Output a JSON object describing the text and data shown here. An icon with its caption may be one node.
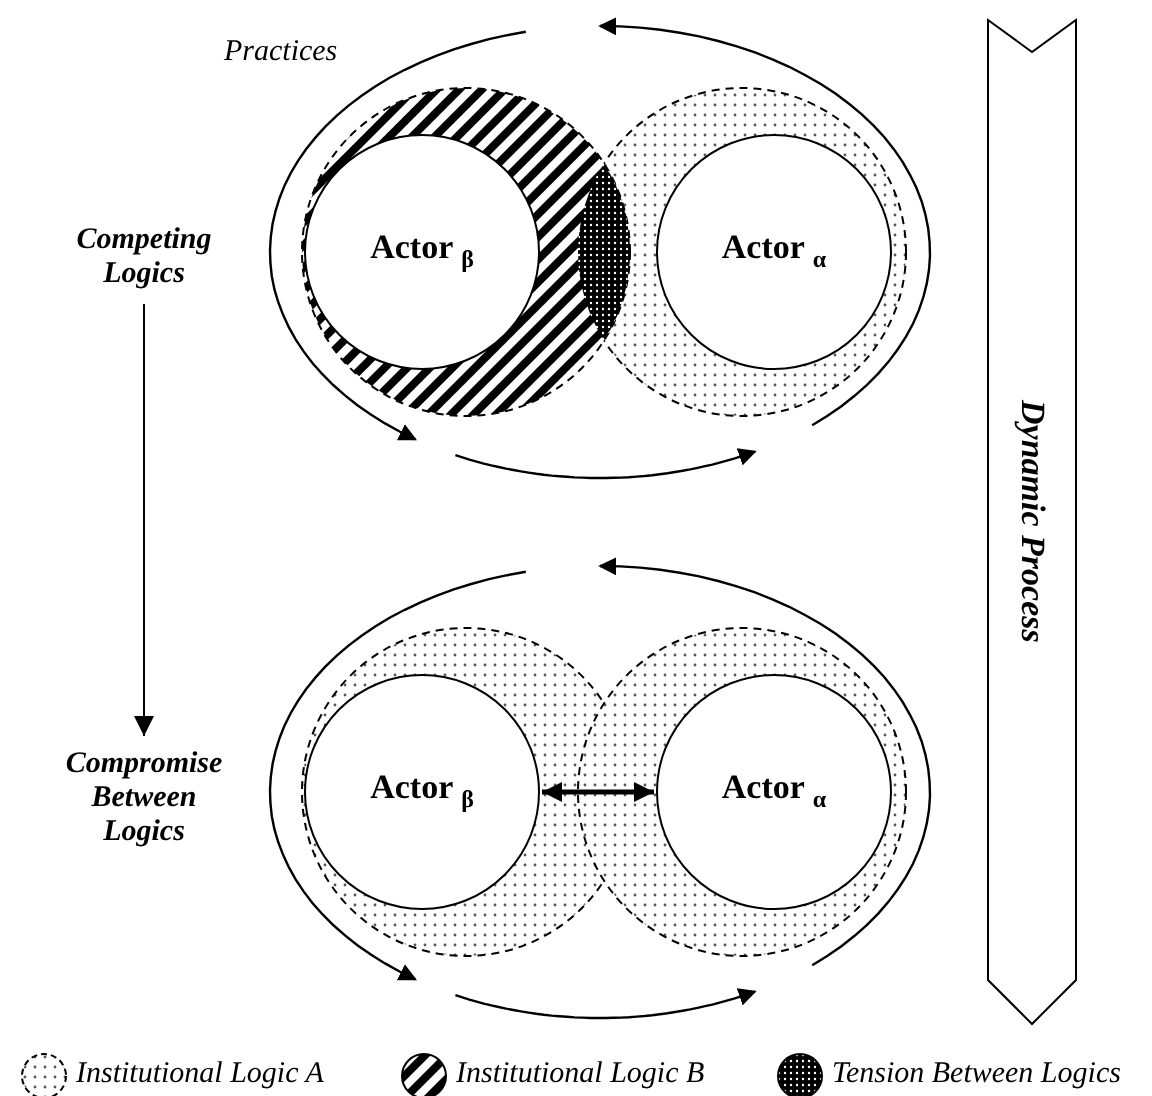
{
  "diagram": {
    "nodes": [
      {
        "text": [
          "Competing Logics"
        ]
      },
      {
        "text": [
          "Compromise Between Logics"
        ]
      },
      {
        "text": [
          "Dynamic Process"
        ]
      },
      {
        "text": [
          "Actor $_{β}$"
        ]
      },
      {
        "text": [
          "Actor $_{α}$"
        ]
      },
      {
        "text": [
          "Actor $_{β}$"
        ]
      },
      {
        "text": [
          "Actor $_{α}$"
        ]
      }
    ],
    "edges": [
      {
        "from": 0,
        "to": 1,
        "arrow": "to"
      },
      {
        "from": 5,
        "to": 6,
        "arrow": "both",
        "style": "thick"
      }
    ],
    "labels": [
      "Practices"
    ],
    "legend": [
      {
        "text": "Institutional Logic A"
      },
      {
        "text": "Institutional Logic B"
      },
      {
        "text": "Tension Between Logics"
      }
    ]
  }
}
